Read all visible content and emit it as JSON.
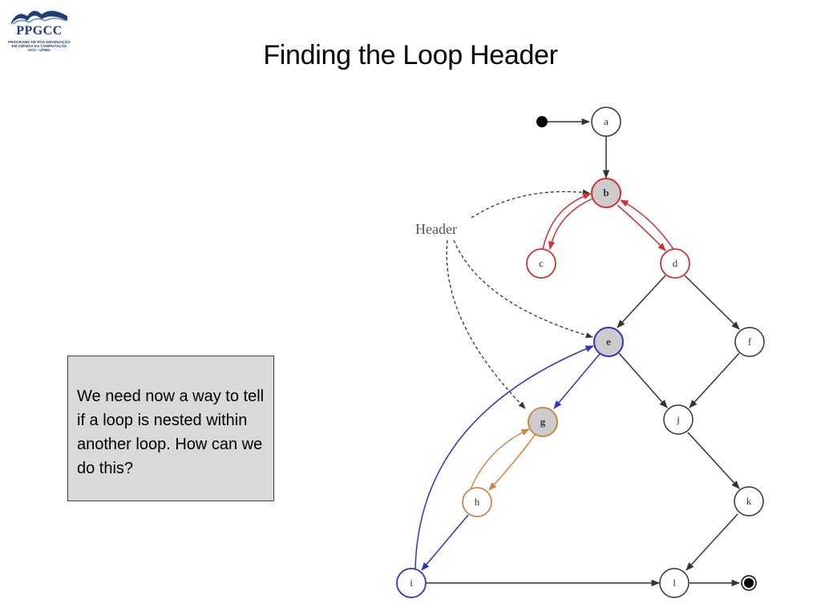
{
  "logo": {
    "name": "PPGCC",
    "line1": "PROGRAMA DE PÓS-GRADUAÇÃO",
    "line2": "EM CIÊNCIA DA COMPUTAÇÃO",
    "line3": "DCC • UFMG"
  },
  "slide": {
    "title": "Finding the Loop Header",
    "callout": "We need now a way to tell if a loop is nested within another loop. How can we do this?"
  },
  "diagram": {
    "header_label": "Header",
    "colors": {
      "black": "#333333",
      "red": "#cc3333",
      "blue": "#3333bb",
      "orange": "#cc8844",
      "header_fill": "#cccccc"
    },
    "nodes": [
      {
        "id": "a",
        "label": "a",
        "style": "plain"
      },
      {
        "id": "b",
        "label": "b",
        "style": "red-header"
      },
      {
        "id": "c",
        "label": "c",
        "style": "red"
      },
      {
        "id": "d",
        "label": "d",
        "style": "red"
      },
      {
        "id": "e",
        "label": "e",
        "style": "blue-header"
      },
      {
        "id": "f",
        "label": "f",
        "style": "plain"
      },
      {
        "id": "g",
        "label": "g",
        "style": "orange-header"
      },
      {
        "id": "h",
        "label": "h",
        "style": "orange"
      },
      {
        "id": "i",
        "label": "i",
        "style": "blue"
      },
      {
        "id": "j",
        "label": "j",
        "style": "plain"
      },
      {
        "id": "k",
        "label": "k",
        "style": "plain"
      },
      {
        "id": "l",
        "label": "l",
        "style": "plain"
      }
    ],
    "edges": [
      {
        "from": "start",
        "to": "a",
        "color": "black"
      },
      {
        "from": "a",
        "to": "b",
        "color": "black"
      },
      {
        "from": "b",
        "to": "c",
        "color": "red"
      },
      {
        "from": "c",
        "to": "b",
        "color": "red"
      },
      {
        "from": "b",
        "to": "d",
        "color": "red"
      },
      {
        "from": "d",
        "to": "b",
        "color": "red"
      },
      {
        "from": "d",
        "to": "e",
        "color": "black"
      },
      {
        "from": "d",
        "to": "f",
        "color": "black"
      },
      {
        "from": "e",
        "to": "g",
        "color": "blue"
      },
      {
        "from": "e",
        "to": "j",
        "color": "black"
      },
      {
        "from": "f",
        "to": "j",
        "color": "black"
      },
      {
        "from": "g",
        "to": "h",
        "color": "orange"
      },
      {
        "from": "h",
        "to": "g",
        "color": "orange"
      },
      {
        "from": "h",
        "to": "i",
        "color": "blue"
      },
      {
        "from": "i",
        "to": "e",
        "color": "blue"
      },
      {
        "from": "i",
        "to": "l",
        "color": "black"
      },
      {
        "from": "j",
        "to": "k",
        "color": "black"
      },
      {
        "from": "k",
        "to": "l",
        "color": "black"
      },
      {
        "from": "l",
        "to": "end",
        "color": "black"
      },
      {
        "from": "Header",
        "to": "b",
        "color": "dashed"
      },
      {
        "from": "Header",
        "to": "e",
        "color": "dashed"
      },
      {
        "from": "Header",
        "to": "g",
        "color": "dashed"
      }
    ]
  }
}
